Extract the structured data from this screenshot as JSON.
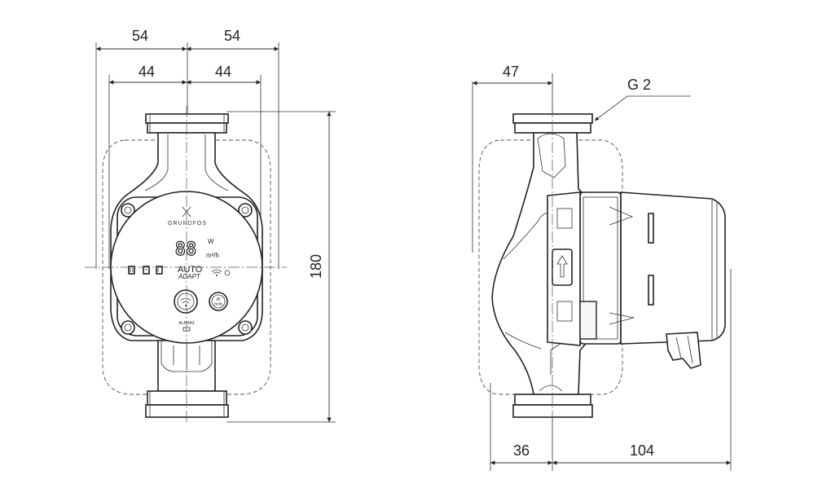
{
  "front_view": {
    "dimensions": {
      "outer_left": "54",
      "outer_right": "54",
      "inner_left": "44",
      "inner_right": "44",
      "height": "180"
    },
    "control_panel": {
      "brand": "GRUNDFOS",
      "display_digits": "88",
      "unit_power": "W",
      "unit_flow": "m³/h",
      "auto_label": "AUTO",
      "adapt_label": "ADAPT",
      "model_label": "ALPHA3",
      "button_label_top": "W",
      "button_label_bottom": "m³/h"
    }
  },
  "side_view": {
    "dimensions": {
      "top_left": "47",
      "bottom_left": "36",
      "bottom_right": "104"
    },
    "thread_label": "G 2"
  }
}
